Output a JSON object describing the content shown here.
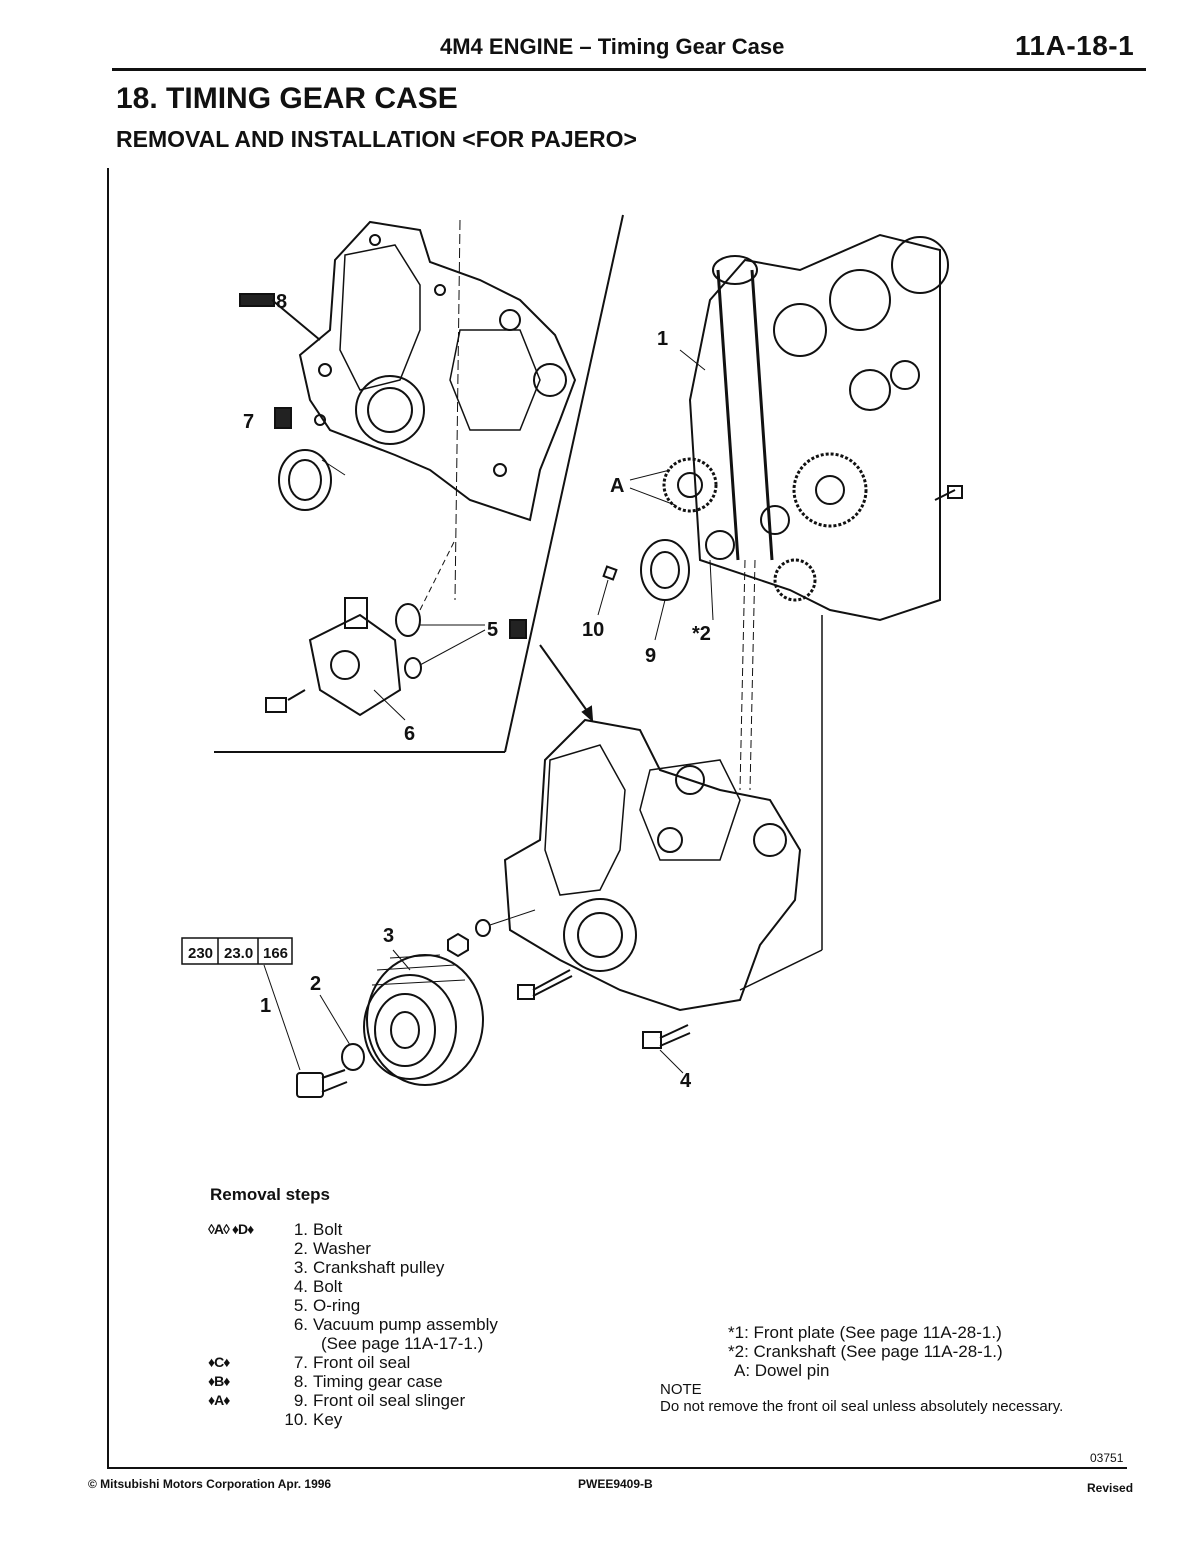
{
  "header": {
    "title": "4M4 ENGINE – Timing Gear Case",
    "page": "11A-18-1"
  },
  "section": {
    "title": "18. TIMING GEAR CASE",
    "subtitle": "REMOVAL AND INSTALLATION <FOR PAJERO>"
  },
  "diagram": {
    "torque": [
      "230",
      "23.0",
      "166"
    ],
    "callouts": {
      "c1": "1",
      "c1b": "1",
      "c2": "2",
      "c2b": "*2",
      "c3": "3",
      "c4": "4",
      "c5": "5",
      "c6": "6",
      "c7": "7",
      "c8": "8",
      "c9": "9",
      "c10": "10",
      "cA": "A"
    },
    "figure_code": "03751"
  },
  "removal": {
    "heading": "Removal steps",
    "steps": [
      {
        "mark": "◊A◊ ♦D♦",
        "num": "1.",
        "text": "Bolt"
      },
      {
        "mark": "",
        "num": "2.",
        "text": "Washer"
      },
      {
        "mark": "",
        "num": "3.",
        "text": "Crankshaft pulley"
      },
      {
        "mark": "",
        "num": "4.",
        "text": "Bolt"
      },
      {
        "mark": "",
        "num": "5.",
        "text": "O-ring"
      },
      {
        "mark": "",
        "num": "6.",
        "text": "Vacuum pump assembly"
      },
      {
        "mark": "",
        "num": "",
        "text": "(See page 11A-17-1.)"
      },
      {
        "mark": "♦C♦",
        "num": "7.",
        "text": "Front oil seal"
      },
      {
        "mark": "♦B♦",
        "num": "8.",
        "text": "Timing gear case"
      },
      {
        "mark": "♦A♦",
        "num": "9.",
        "text": "Front oil seal slinger"
      },
      {
        "mark": "",
        "num": "10.",
        "text": "Key"
      }
    ]
  },
  "notes": {
    "n1": "*1: Front plate (See page 11A-28-1.)",
    "n2": "*2: Crankshaft (See page 11A-28-1.)",
    "n3": "A: Dowel pin",
    "note_label": "NOTE",
    "note_text": "Do not remove the front oil seal unless absolutely necessary."
  },
  "footer": {
    "copyright": "© Mitsubishi Motors Corporation   Apr. 1996",
    "doc_code": "PWEE9409-B",
    "status": "Revised"
  }
}
